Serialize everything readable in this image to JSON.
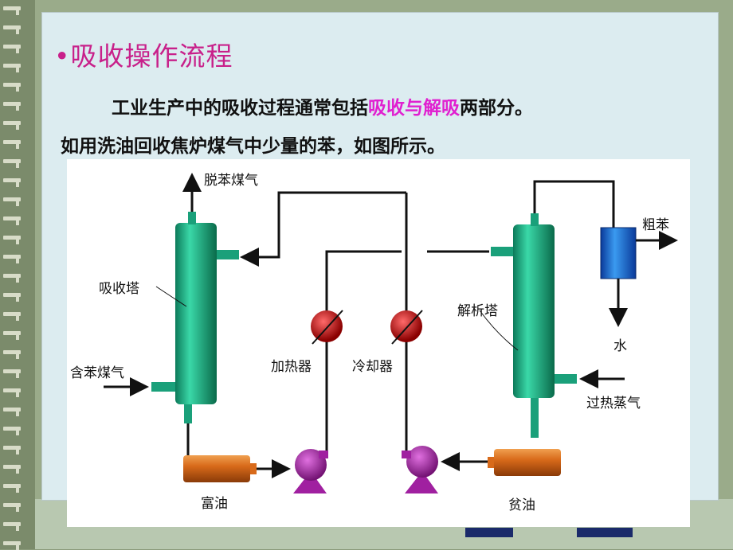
{
  "title": "•吸收操作流程",
  "paragraph": {
    "line1_before": "工业生产中的吸收过程通常包括",
    "line1_highlight": "吸收与解吸",
    "line1_after": "两部分。",
    "line2": "如用洗油回收焦炉煤气中少量的苯，如图所示。"
  },
  "diagram": {
    "labels": {
      "debenzene_gas": "脱苯煤气",
      "absorber": "吸收塔",
      "benzene_gas": "含苯煤气",
      "heater": "加热器",
      "cooler": "冷却器",
      "stripper": "解析塔",
      "crude_benzene": "粗苯",
      "water": "水",
      "superheated_steam": "过热蒸气",
      "rich_oil": "富油",
      "lean_oil": "贫油"
    },
    "colors": {
      "column": "#1aa07a",
      "tank": "#d86a1a",
      "pump": "#a020a0",
      "exchanger": "#c81010",
      "condenser": "#1a6ad8",
      "title": "#c8208a",
      "highlight": "#e020d0"
    }
  }
}
